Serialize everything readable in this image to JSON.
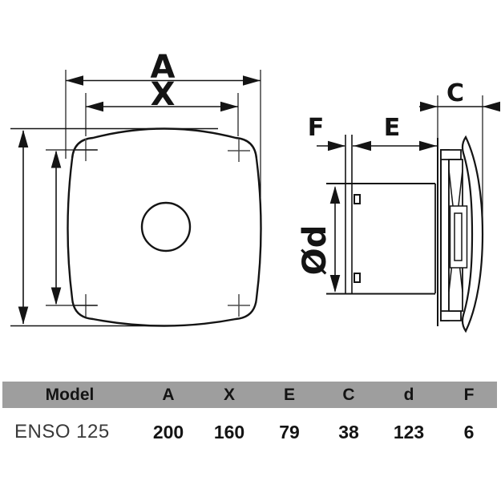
{
  "diagram": {
    "front_view": {
      "dim_width": "A",
      "dim_hole_spacing": "X"
    },
    "side_view": {
      "dim_flange_gap": "F",
      "dim_duct_length": "E",
      "dim_panel_depth": "C",
      "dim_duct_diameter": "Ød"
    }
  },
  "table": {
    "columns": [
      "Model",
      "A",
      "X",
      "E",
      "C",
      "d",
      "F"
    ],
    "rows": [
      {
        "model": "ENSO 125",
        "values": [
          "200",
          "160",
          "79",
          "38",
          "123",
          "6"
        ]
      }
    ]
  },
  "colors": {
    "line": "#141414",
    "crosshair": "#4b4b4b",
    "table_header_bg": "#9e9e9e",
    "row_model_text": "#3a3a3a",
    "background": "#ffffff"
  }
}
